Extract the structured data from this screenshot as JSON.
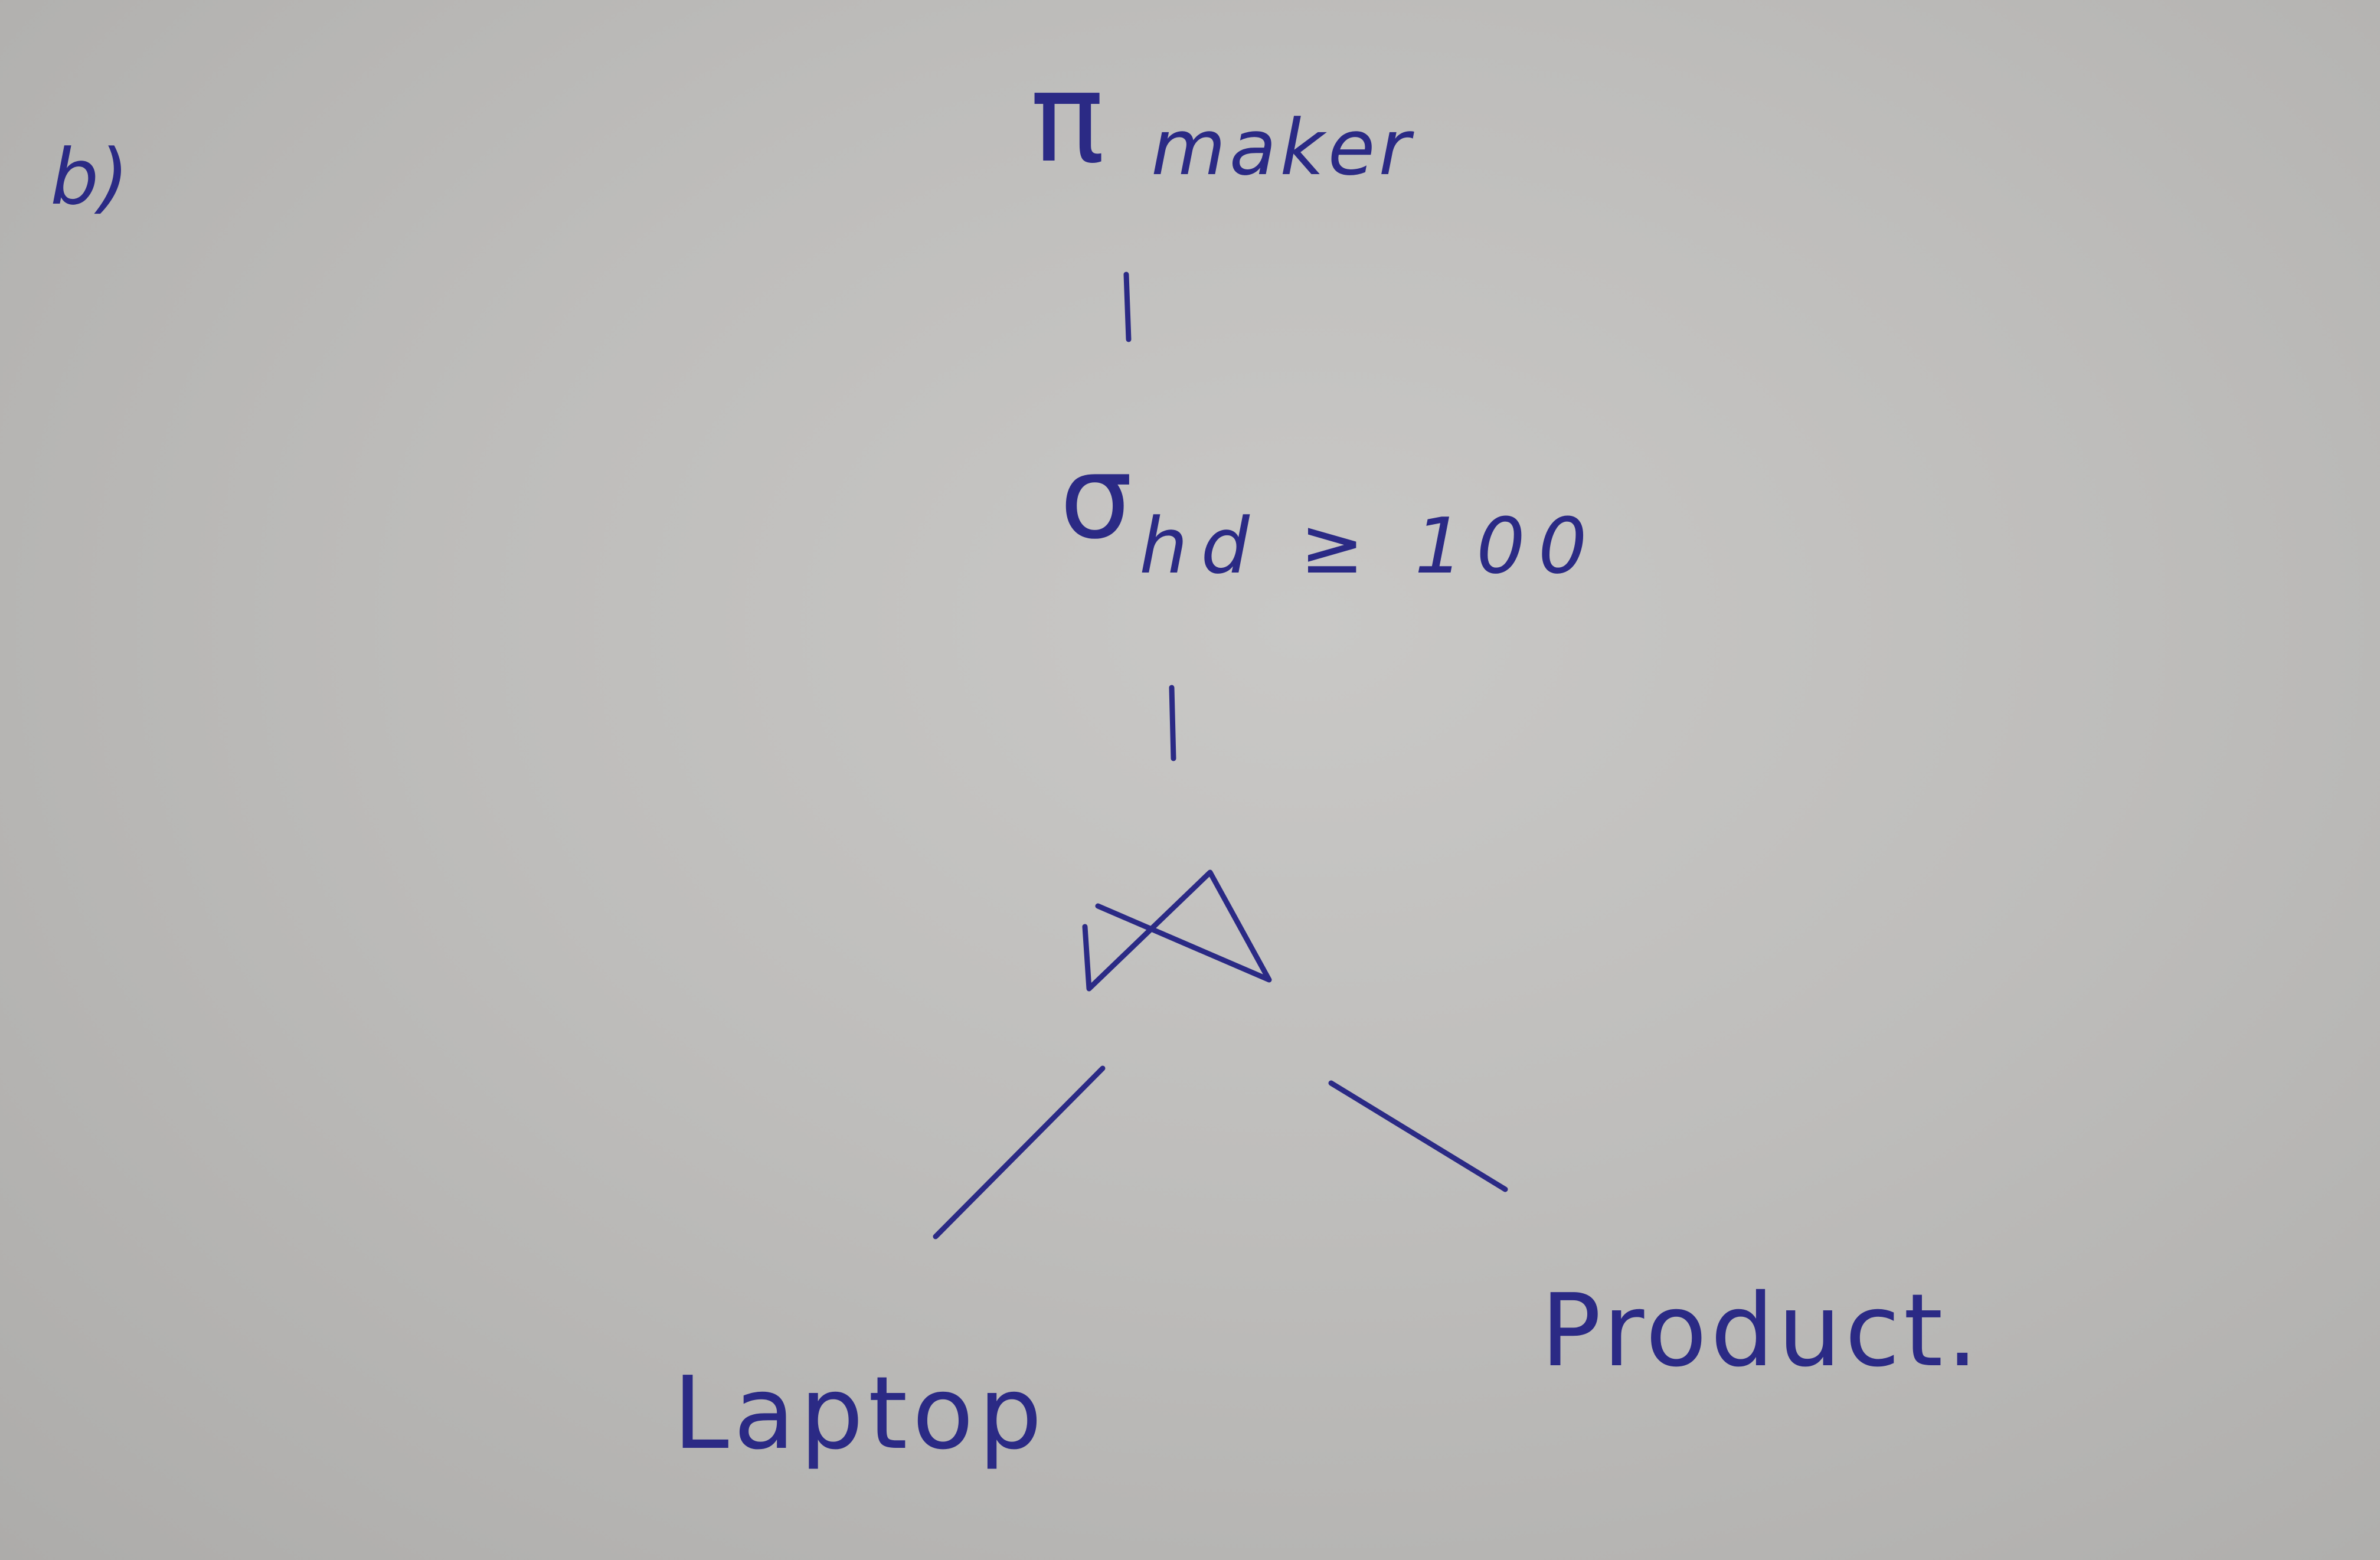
{
  "label": "b)",
  "projection": {
    "symbol": "π",
    "attribute": "maker"
  },
  "selection": {
    "symbol": "σ",
    "condition": "hd ≥ 100"
  },
  "join": {
    "symbol": "⋈"
  },
  "leaves": {
    "left": "Laptop",
    "right": "Product."
  },
  "ink_color": "#2b2a85",
  "paper_color": "#bdbcba"
}
